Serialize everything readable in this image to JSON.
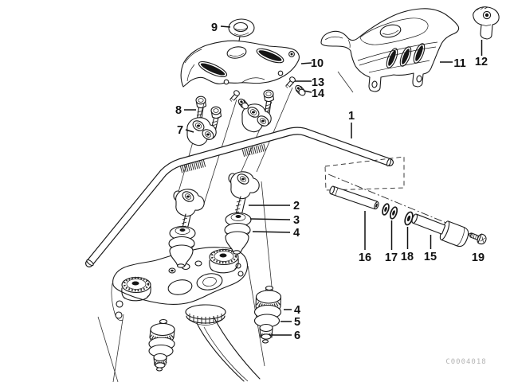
{
  "diagram": {
    "title": "handlebar-assembly-exploded-view",
    "drawing_code": "C0004018",
    "colors": {
      "background": "#ffffff",
      "line": "#1a1a1a",
      "code_text": "#b4b4b4"
    },
    "callouts": [
      {
        "label": "9"
      },
      {
        "label": "10"
      },
      {
        "label": "13"
      },
      {
        "label": "14"
      },
      {
        "label": "11"
      },
      {
        "label": "12"
      },
      {
        "label": "8"
      },
      {
        "label": "7"
      },
      {
        "label": "1"
      },
      {
        "label": "2"
      },
      {
        "label": "3"
      },
      {
        "label": "4"
      },
      {
        "label": "4"
      },
      {
        "label": "5"
      },
      {
        "label": "6"
      },
      {
        "label": "16"
      },
      {
        "label": "17"
      },
      {
        "label": "18"
      },
      {
        "label": "15"
      },
      {
        "label": "19"
      }
    ]
  }
}
